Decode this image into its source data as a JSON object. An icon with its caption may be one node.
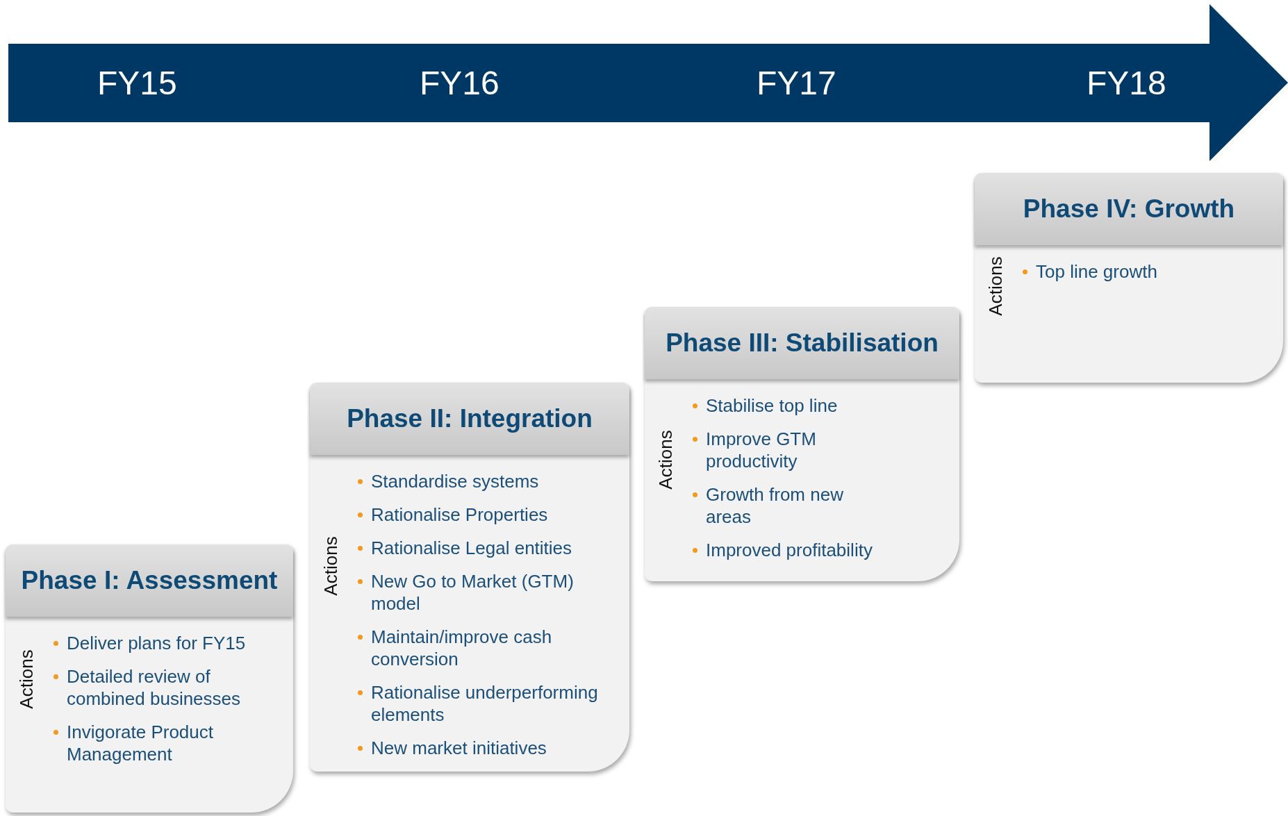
{
  "diagram": {
    "nodes": [
      {
        "text": [
          "FY15",
          "FY16",
          "FY17",
          "FY18"
        ]
      },
      {
        "text": [
          "Phase I: Assessment",
          "Actions",
          "Deliver plans for FY15",
          "Detailed review of combined businesses",
          "Invigorate Product Management"
        ]
      },
      {
        "text": [
          "Phase II: Integration",
          "Actions",
          "Standardise systems",
          "Rationalise Properties",
          "Rationalise Legal entities",
          "New Go to Market (GTM) model",
          "Maintain/improve cash conversion",
          "Rationalise underperforming elements",
          "New market initiatives"
        ]
      },
      {
        "text": [
          "Phase III: Stabilisation",
          "Actions",
          "Stabilise top line",
          "Improve GTM productivity",
          "Growth from new areas",
          "Improved profitability"
        ]
      },
      {
        "text": [
          "Phase IV: Growth",
          "Actions",
          "Top line growth"
        ]
      }
    ],
    "edges": []
  }
}
